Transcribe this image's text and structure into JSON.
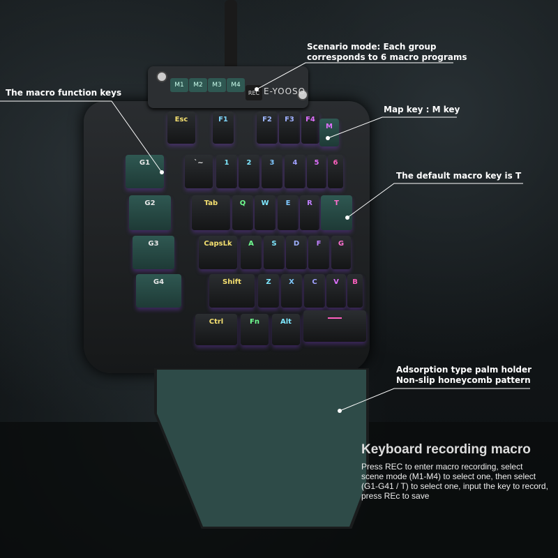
{
  "brand": "E-YOOSO",
  "mode_keys": [
    "M1",
    "M2",
    "M3",
    "M4"
  ],
  "rec_label": "REC",
  "annotations": {
    "scenario": "Scenario mode: Each group\ncorresponds to 6 macro programs",
    "macro_keys": "The macro function keys",
    "map_key": "Map key : M key",
    "default_macro": "The default macro key is T",
    "palm": "Adsorption type palm holder\nNon-slip honeycomb pattern"
  },
  "section": {
    "title": "Keyboard recording macro",
    "description": "Press REC to enter macro recording, select\n scene mode (M1-M4) to select one, then select\n(G1-G41 / T) to select one, input the key to record,\npress REc to save"
  },
  "keys": [
    {
      "label": "Esc",
      "color": "#f5e070"
    },
    {
      "label": "F1",
      "color": "#7fd8ff"
    },
    {
      "label": "F2",
      "color": "#9fb8ff"
    },
    {
      "label": "F3",
      "color": "#9fb0ff"
    },
    {
      "label": "F4",
      "color": "#e070ff"
    },
    {
      "label": "M",
      "color": "#e070ff"
    },
    {
      "label": "G1",
      "color": "#e8e8e8"
    },
    {
      "label": "`~",
      "color": "#e8e8e8"
    },
    {
      "label": "1",
      "color": "#7fe8ff"
    },
    {
      "label": "2",
      "color": "#7fe8ff"
    },
    {
      "label": "3",
      "color": "#7fc8ff"
    },
    {
      "label": "4",
      "color": "#a0a0ff"
    },
    {
      "label": "5",
      "color": "#e070ff"
    },
    {
      "label": "6",
      "color": "#ff60c0"
    },
    {
      "label": "G2",
      "color": "#e8e8e8"
    },
    {
      "label": "Tab",
      "color": "#f5e070"
    },
    {
      "label": "Q",
      "color": "#70ff90"
    },
    {
      "label": "W",
      "color": "#7fe8ff"
    },
    {
      "label": "E",
      "color": "#7fc8ff"
    },
    {
      "label": "R",
      "color": "#c080ff"
    },
    {
      "label": "T",
      "color": "#ff70d0"
    },
    {
      "label": "G3",
      "color": "#e8e8e8"
    },
    {
      "label": "CapsLk",
      "color": "#f5e070"
    },
    {
      "label": "A",
      "color": "#70ff90"
    },
    {
      "label": "S",
      "color": "#7fe8ff"
    },
    {
      "label": "D",
      "color": "#9fb0ff"
    },
    {
      "label": "F",
      "color": "#c080ff"
    },
    {
      "label": "G",
      "color": "#ff70d0"
    },
    {
      "label": "G4",
      "color": "#e8e8e8"
    },
    {
      "label": "Shift",
      "color": "#f5e070"
    },
    {
      "label": "Z",
      "color": "#7fe8ff"
    },
    {
      "label": "X",
      "color": "#7fc8ff"
    },
    {
      "label": "C",
      "color": "#a0a0ff"
    },
    {
      "label": "V",
      "color": "#e070ff"
    },
    {
      "label": "B",
      "color": "#ff60c0"
    },
    {
      "label": "Ctrl",
      "color": "#f5e070"
    },
    {
      "label": "Fn",
      "color": "#70ff90"
    },
    {
      "label": "Alt",
      "color": "#7fe8ff"
    },
    {
      "label": "",
      "color": "#ff60c0"
    }
  ]
}
